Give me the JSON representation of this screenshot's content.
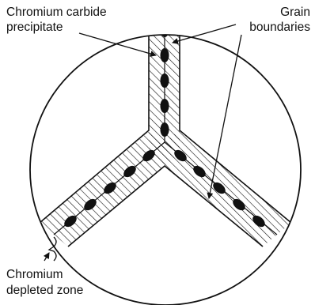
{
  "labels": {
    "carbide_line1": "Chromium carbide",
    "carbide_line2": "precipitate",
    "grain_line1": "Grain",
    "grain_line2": "boundaries",
    "depleted_line1": "Chromium",
    "depleted_line2": "depleted zone"
  },
  "colors": {
    "ink": "#111111",
    "background": "#ffffff"
  }
}
